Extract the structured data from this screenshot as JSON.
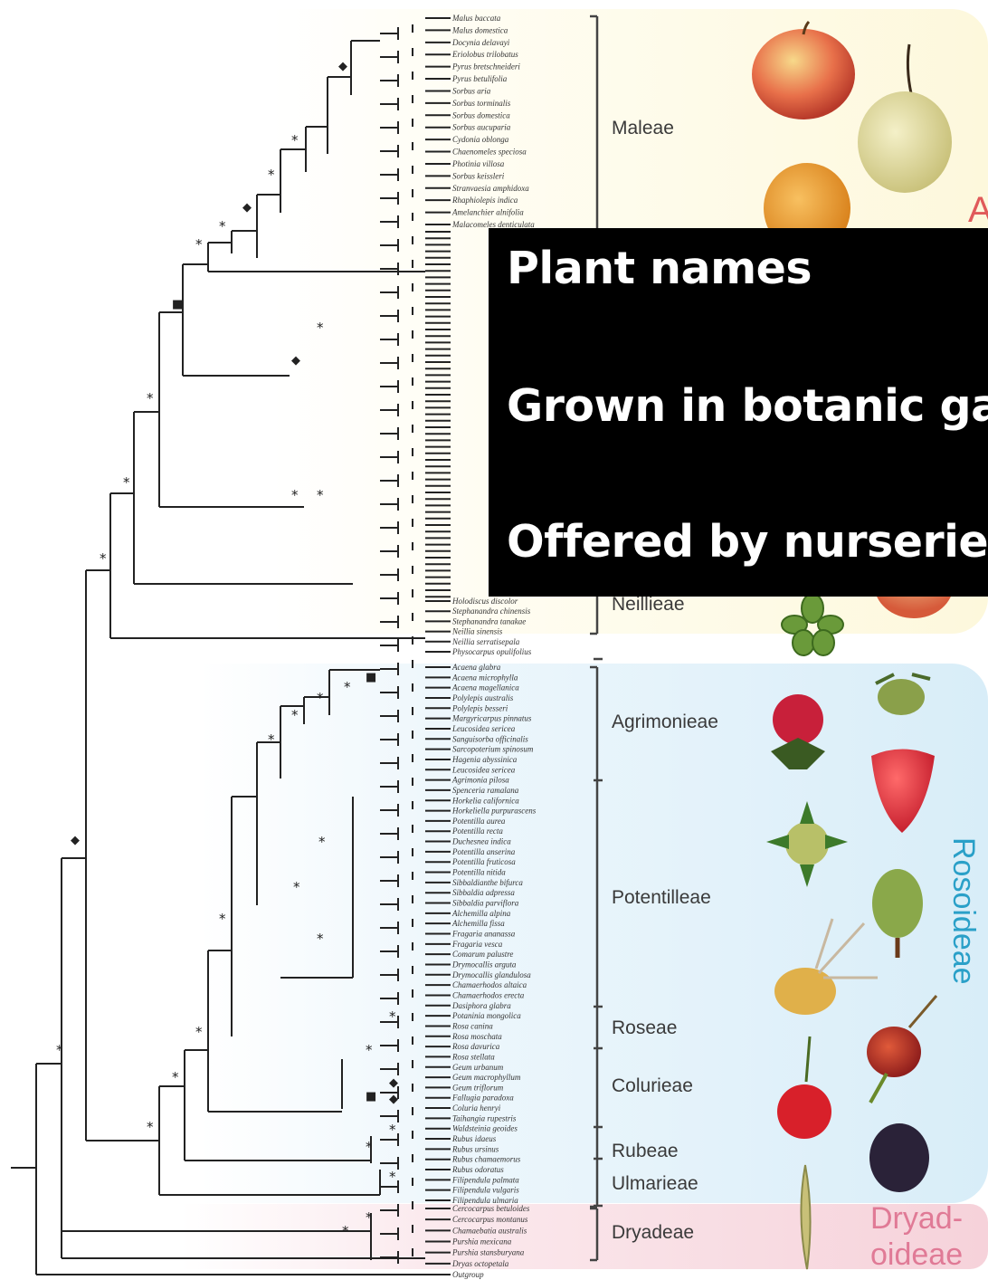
{
  "tribes": [
    {
      "name": "Maleae",
      "top": 0
    },
    {
      "name": "Neillieae"
    },
    {
      "name": "Agrimonieae"
    },
    {
      "name": "Potentilleae"
    },
    {
      "name": "Roseae"
    },
    {
      "name": "Colurieae"
    },
    {
      "name": "Rubeae"
    },
    {
      "name": "Ulmarieae"
    },
    {
      "name": "Dryadeae"
    }
  ],
  "subfamilies": {
    "amygdaloideae_partial": "A",
    "rosoideae": "Rosoideae",
    "dryadoideae_line1": "Dryad-",
    "dryadoideae_line2": "oideae"
  },
  "overlay": {
    "line1": "Plant names",
    "line2": "Grown in botanic ga",
    "line3": "Offered by nurseries"
  },
  "taxa_top": [
    "Malus baccata",
    "Malus domestica",
    "Docynia delavayi",
    "Eriolobus trilobatus",
    "Pyrus bretschneideri",
    "Pyrus betulifolia",
    "Sorbus aria",
    "Sorbus torminalis",
    "Sorbus domestica",
    "Sorbus aucuparia",
    "Cydonia oblonga",
    "Chaenomeles speciosa",
    "Photinia villosa",
    "Sorbus keissleri",
    "Stranvaesia amphidoxa",
    "Rhaphiolepis indica",
    "Amelanchier alnifolia",
    "Malacomeles denticulata"
  ],
  "taxa_neillieae": [
    "Holodiscus discolor",
    "Stephanandra chinensis",
    "Stephanandra tanakae",
    "Neillia sinensis",
    "Neillia serratisepala",
    "Physocarpus opulifolius"
  ],
  "taxa_roso": [
    "Acaena glabra",
    "Acaena microphylla",
    "Acaena magellanica",
    "Polylepis australis",
    "Polylepis besseri",
    "Margyricarpus pinnatus",
    "Leucosidea sericea",
    "Sanguisorba officinalis",
    "Sarcopoterium spinosum",
    "Hagenia abyssinica",
    "Leucosidea sericea",
    "Agrimonia pilosa",
    "Spenceria ramalana",
    "Horkelia californica",
    "Horkeliella purpurascens",
    "Potentilla aurea",
    "Potentilla recta",
    "Duchesnea indica",
    "Potentilla anserina",
    "Potentilla fruticosa",
    "Potentilla nitida",
    "Sibbaldianthe bifurca",
    "Sibbaldia adpressa",
    "Sibbaldia parviflora",
    "Alchemilla alpina",
    "Alchemilla fissa",
    "Fragaria ananassa",
    "Fragaria vesca",
    "Comarum palustre",
    "Drymocallis arguta",
    "Drymocallis glandulosa",
    "Chamaerhodos altaica",
    "Chamaerhodos erecta",
    "Dasiphora glabra",
    "Potaninia mongolica",
    "Rosa canina",
    "Rosa moschata",
    "Rosa davurica",
    "Rosa stellata",
    "Geum urbanum",
    "Geum macrophyllum",
    "Geum triflorum",
    "Fallugia paradoxa",
    "Coluria henryi",
    "Taihangia rupestris",
    "Waldsteinia geoides",
    "Rubus idaeus",
    "Rubus ursinus",
    "Rubus chamaemorus",
    "Rubus odoratus",
    "Filipendula palmata",
    "Filipendula vulgaris",
    "Filipendula ulmaria"
  ],
  "taxa_dryad": [
    "Cercocarpus betuloides",
    "Cercocarpus montanus",
    "Chamaebatia australis",
    "Purshia mexicana",
    "Purshia stansburyana",
    "Dryas octopetala",
    "Outgroup"
  ],
  "colors": {
    "overlay_bg": "#000000",
    "overlay_text": "#ffffff",
    "rosoideae_label": "#2aa0c8",
    "dryadoideae_label": "#e07a96",
    "amygdaloideae_label": "#e05a5a",
    "panel_amygdaloideae": "#fdf8dc",
    "panel_rosoideae": "#d8edf8",
    "panel_dryadoideae": "#f6d2da"
  }
}
